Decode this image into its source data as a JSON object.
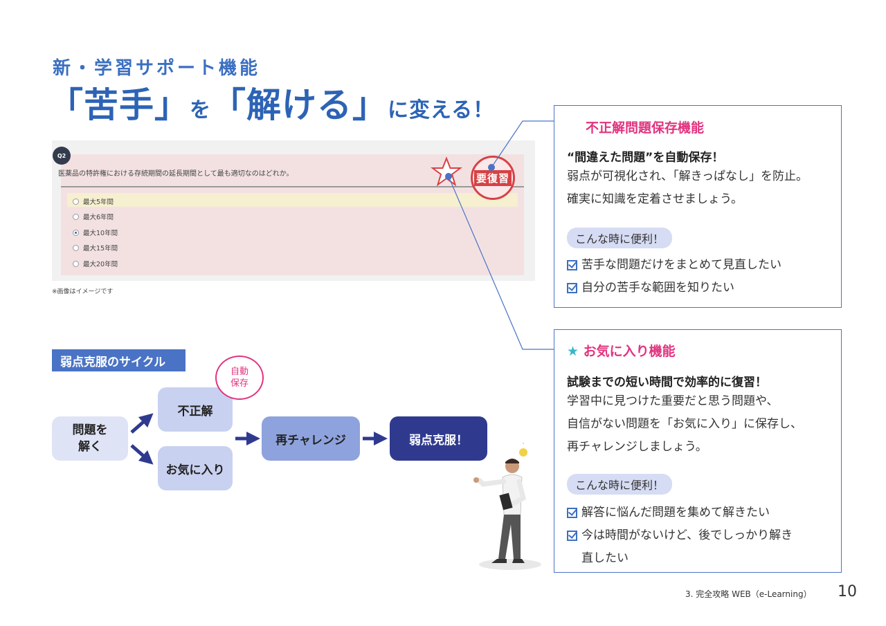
{
  "header": {
    "subtitle": "新・学習サポート機能",
    "headline_part1": "「苦手」",
    "headline_part2": "を",
    "headline_part3": "「解ける」",
    "headline_part4": "に変える！"
  },
  "quiz": {
    "badge": "Q2",
    "question": "医薬品の特許権における存続期間の延長期間として最も適切なのはどれか。",
    "options": [
      "最大5年間",
      "最大6年間",
      "最大10年間",
      "最大15年間",
      "最大20年間"
    ],
    "selected_index": 2,
    "stamp": "要復習",
    "caption": "※画像はイメージです"
  },
  "save_box": {
    "title": "不正解問題保存機能",
    "lead": "“間違えた問題”を自動保存！",
    "body": [
      "弱点が可視化され、「解きっぱなし」を防止。",
      "確実に知識を定着させましょう。"
    ],
    "pill": "こんな時に便利！",
    "checks": [
      "苦手な問題だけをまとめて見直したい",
      "自分の苦手な範囲を知りたい"
    ]
  },
  "fav_box": {
    "star": "★",
    "title": "お気に入り機能",
    "lead": "試験までの短い時間で効率的に復習！",
    "body": [
      "学習中に見つけた重要だと思う問題や、",
      "自信がない問題を「お気に入り」に保存し、",
      "再チャレンジしましょう。"
    ],
    "pill": "こんな時に便利！",
    "checks": [
      "解答に悩んだ問題を集めて解きたい",
      "今は時間がないけど、後でしっかり解き",
      "直したい"
    ]
  },
  "cycle": {
    "label": "弱点克服のサイクル",
    "solve": "問題を\n解く",
    "solve_line1": "問題を",
    "solve_line2": "解く",
    "wrong": "不正解",
    "fav": "お気に入り",
    "bubble_line1": "自動",
    "bubble_line2": "保存",
    "retry": "再チャレンジ",
    "overcome": "弱点克服！"
  },
  "footer": {
    "section": "3. 完全攻略 WEB（e-Learning）",
    "page": "10"
  },
  "colors": {
    "brand_blue": "#2d63b5",
    "accent_pink": "#e2337f",
    "stamp_red": "#d64245",
    "navy": "#2f3a8f"
  }
}
